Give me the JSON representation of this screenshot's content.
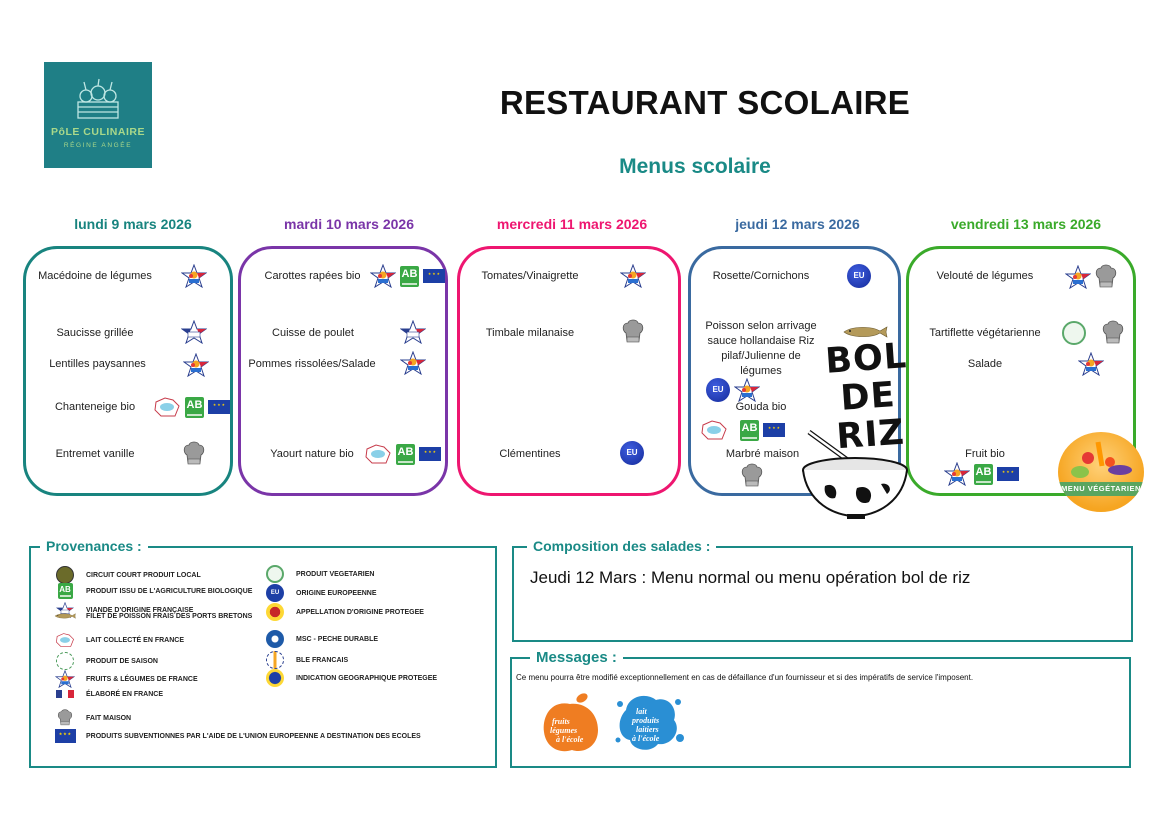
{
  "logo": {
    "line1": "PôLE CULINAIRE",
    "line2": "RÉGINE ANGÉE"
  },
  "header": {
    "title": "RESTAURANT SCOLAIRE",
    "subtitle": "Menus scolaire"
  },
  "colors": {
    "teal": "#1a8a86",
    "monday": "#18847f",
    "tuesday": "#7a35a8",
    "wednesday": "#ee1670",
    "thursday": "#3a6aa0",
    "friday": "#3aaa2a"
  },
  "days": [
    {
      "title": "lundi 9 mars 2026",
      "dishes": [
        {
          "name": "Macédoine de légumes",
          "icons": [
            "fruits-legumes-france-icon"
          ]
        },
        {
          "name": "Saucisse grillée",
          "icons": [
            "viande-francaise-icon"
          ]
        },
        {
          "name": "Lentilles paysannes",
          "icons": [
            "fruits-legumes-france-icon"
          ]
        },
        {
          "name": "Chanteneige bio",
          "icons": [
            "lait-france-icon",
            "ab-bio-icon",
            "eu-flag-icon"
          ]
        },
        {
          "name": "Entremet vanille",
          "icons": [
            "fait-maison-icon"
          ]
        }
      ]
    },
    {
      "title": "mardi 10 mars 2026",
      "dishes": [
        {
          "name": "Carottes rapées bio",
          "icons": [
            "fruits-legumes-france-icon",
            "ab-bio-icon",
            "eu-flag-icon"
          ]
        },
        {
          "name": "Cuisse de poulet",
          "icons": [
            "viande-francaise-icon"
          ]
        },
        {
          "name": "Pommes rissolées/Salade",
          "icons": [
            "fruits-legumes-france-icon"
          ]
        },
        {
          "name": "Yaourt nature bio",
          "icons": [
            "lait-france-icon",
            "ab-bio-icon",
            "eu-flag-icon"
          ]
        }
      ]
    },
    {
      "title": "mercredi 11 mars 2026",
      "dishes": [
        {
          "name": "Tomates/Vinaigrette",
          "icons": [
            "fruits-legumes-france-icon"
          ]
        },
        {
          "name": "Timbale milanaise",
          "icons": [
            "fait-maison-icon"
          ]
        },
        {
          "name": "Clémentines",
          "icons": [
            "origine-europeenne-icon"
          ]
        }
      ]
    },
    {
      "title": "jeudi 12 mars 2026",
      "dishes": [
        {
          "name": "Rosette/Cornichons",
          "icons": [
            "origine-europeenne-icon"
          ]
        },
        {
          "name": "Poisson selon arrivage sauce hollandaise Riz pilaf/Julienne de légumes",
          "icons": [
            "poisson-bretons-icon",
            "origine-europeenne-icon",
            "fruits-legumes-france-icon"
          ]
        },
        {
          "name": "Gouda bio",
          "icons": [
            "lait-france-icon",
            "ab-bio-icon",
            "eu-flag-icon"
          ]
        },
        {
          "name": "Marbré maison",
          "icons": [
            "fait-maison-icon"
          ]
        }
      ],
      "special": "BOL DE RIZ"
    },
    {
      "title": "vendredi 13 mars 2026",
      "dishes": [
        {
          "name": "Velouté de légumes",
          "icons": [
            "fruits-legumes-france-icon",
            "fait-maison-icon"
          ]
        },
        {
          "name": "Tartiflette végétarienne",
          "icons": [
            "produit-vegetarien-icon",
            "fait-maison-icon"
          ]
        },
        {
          "name": "Salade",
          "icons": [
            "fruits-legumes-france-icon"
          ]
        },
        {
          "name": "Fruit bio",
          "icons": [
            "fruits-legumes-france-icon",
            "ab-bio-icon",
            "eu-flag-icon"
          ]
        }
      ],
      "badge": "MENU VÉGÉTARIEN"
    }
  ],
  "provenances": {
    "title": "Provenances :",
    "left": [
      {
        "icon": "circuit-court-icon",
        "label": "CIRCUIT COURT PRODUIT LOCAL"
      },
      {
        "icon": "ab-bio-icon",
        "label": "PRODUIT ISSU DE L'AGRICULTURE BIOLOGIQUE"
      },
      {
        "icon": "viande-francaise-icon",
        "label": "VIANDE D'ORIGINE FRANÇAISE"
      },
      {
        "icon": "poisson-bretons-icon",
        "label": "FILET DE POISSON FRAIS DES PORTS BRETONS"
      },
      {
        "icon": "lait-france-icon",
        "label": "LAIT COLLECTÉ EN FRANCE"
      },
      {
        "icon": "produit-saison-icon",
        "label": "PRODUIT DE SAISON"
      },
      {
        "icon": "fruits-legumes-france-icon",
        "label": "FRUITS & LÉGUMES DE FRANCE"
      },
      {
        "icon": "elabore-france-icon",
        "label": "ÉLABORÉ EN FRANCE"
      },
      {
        "icon": "fait-maison-icon",
        "label": "FAIT MAISON"
      },
      {
        "icon": "eu-flag-icon",
        "label": "PRODUITS SUBVENTIONNES PAR L'AIDE DE L'UNION EUROPEENNE A DESTINATION DES ECOLES"
      }
    ],
    "right": [
      {
        "icon": "produit-vegetarien-icon",
        "label": "PRODUIT VEGETARIEN"
      },
      {
        "icon": "origine-europeenne-icon",
        "label": "ORIGINE EUROPEENNE"
      },
      {
        "icon": "aop-icon",
        "label": "APPELLATION D'ORIGINE PROTEGEE"
      },
      {
        "icon": "msc-icon",
        "label": "MSC - PECHE DURABLE"
      },
      {
        "icon": "ble-francais-icon",
        "label": "BLE FRANCAIS"
      },
      {
        "icon": "igp-icon",
        "label": "INDICATION GEOGRAPHIQUE PROTEGEE"
      }
    ]
  },
  "composition": {
    "title": "Composition des salades :",
    "text": "Jeudi 12 Mars : Menu normal ou menu opération bol de riz"
  },
  "messages": {
    "title": "Messages :",
    "text": "Ce menu pourra être modifié exceptionnellement en cas de défaillance d'un fournisseur et si des impératifs de service l'imposent.",
    "logos": [
      "fruits & légumes à l'école",
      "lait & produits laitiers à l'école"
    ]
  }
}
